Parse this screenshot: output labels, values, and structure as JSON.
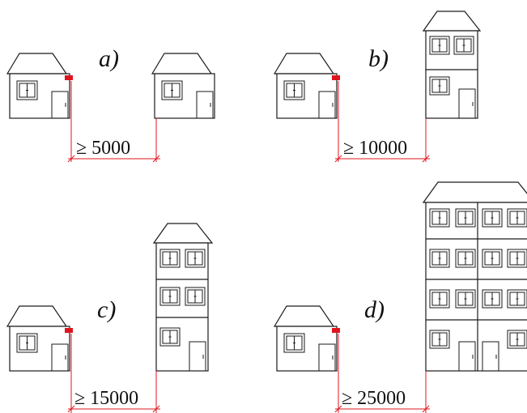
{
  "panels": [
    {
      "id": "a",
      "label": "a)",
      "distance": "≥ 5000"
    },
    {
      "id": "b",
      "label": "b)",
      "distance": "≥ 10000"
    },
    {
      "id": "c",
      "label": "c)",
      "distance": "≥ 15000"
    },
    {
      "id": "d",
      "label": "d)",
      "distance": "≥ 25000"
    }
  ],
  "colors": {
    "line": "#1a1a1a",
    "dimension": "#e0141e",
    "background": "#ffffff"
  }
}
